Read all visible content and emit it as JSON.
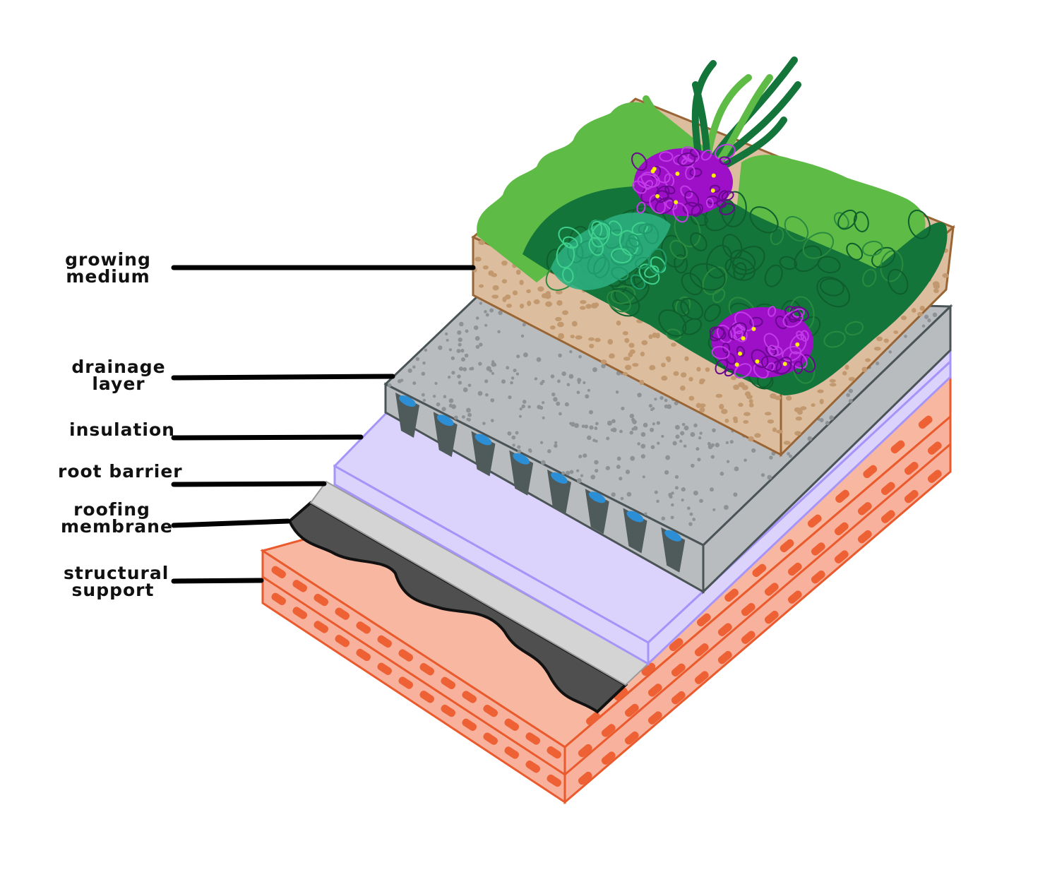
{
  "labels": {
    "growing_medium": [
      "growing",
      "medium"
    ],
    "drainage_layer": [
      "drainage",
      "layer"
    ],
    "insulation": [
      "insulation"
    ],
    "root_barrier": [
      "root barrier"
    ],
    "roofing_membrane": [
      "roofing",
      "membrane"
    ],
    "structural_support": [
      "structural",
      "support"
    ]
  },
  "colors": {
    "brick_top": "#f8b7a0",
    "brick_side": "#f7b19c",
    "brick_dash": "#ee6134",
    "brick_edge": "#ea5a2c",
    "membrane": "#4f4f4f",
    "root_barrier": "#d4d4d4",
    "insulation": "#dcd3fd",
    "insulation_edge": "#a695f8",
    "drainage_top": "#b9bcbe",
    "drainage_dark": "#4f5a5b",
    "drainage_cup": "#2c8fd6",
    "soil": "#dcbd9e",
    "soil_edge": "#9a6535",
    "soil_dots": "#c2986e",
    "grass_light": "#5ebb45",
    "grass_dark": "#13753a",
    "teal": "#2cae7f",
    "flower": "#9d10c8",
    "flower_center": "#fff200",
    "leader": "#000000"
  }
}
